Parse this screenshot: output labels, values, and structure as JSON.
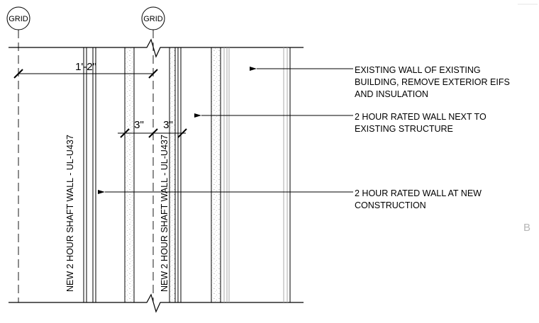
{
  "grids": [
    {
      "label": "GRID"
    },
    {
      "label": "GRID"
    }
  ],
  "dimensions": {
    "overall": "1'-2\"",
    "left": "3\"",
    "right": "3\""
  },
  "wall_labels": {
    "left": "NEW 2 HOUR SHAFT WALL - UL-U437",
    "right": "NEW 2 HOUR SHAFT WALL - UL-U437"
  },
  "notes": [
    {
      "lines": [
        "EXISTING WALL OF EXISTING",
        "BUILDING, REMOVE EXTERIOR EIFS",
        "AND INSULATION"
      ]
    },
    {
      "lines": [
        "2 HOUR RATED WALL NEXT TO",
        "EXISTING STRUCTURE"
      ]
    },
    {
      "lines": [
        "2 HOUR RATED WALL AT NEW",
        "CONSTRUCTION"
      ]
    }
  ],
  "sheet_mark": "B",
  "colors": {
    "line": "#000000",
    "light_line": "#a8a8a8",
    "sheet_mark": "#b7b7b7"
  }
}
